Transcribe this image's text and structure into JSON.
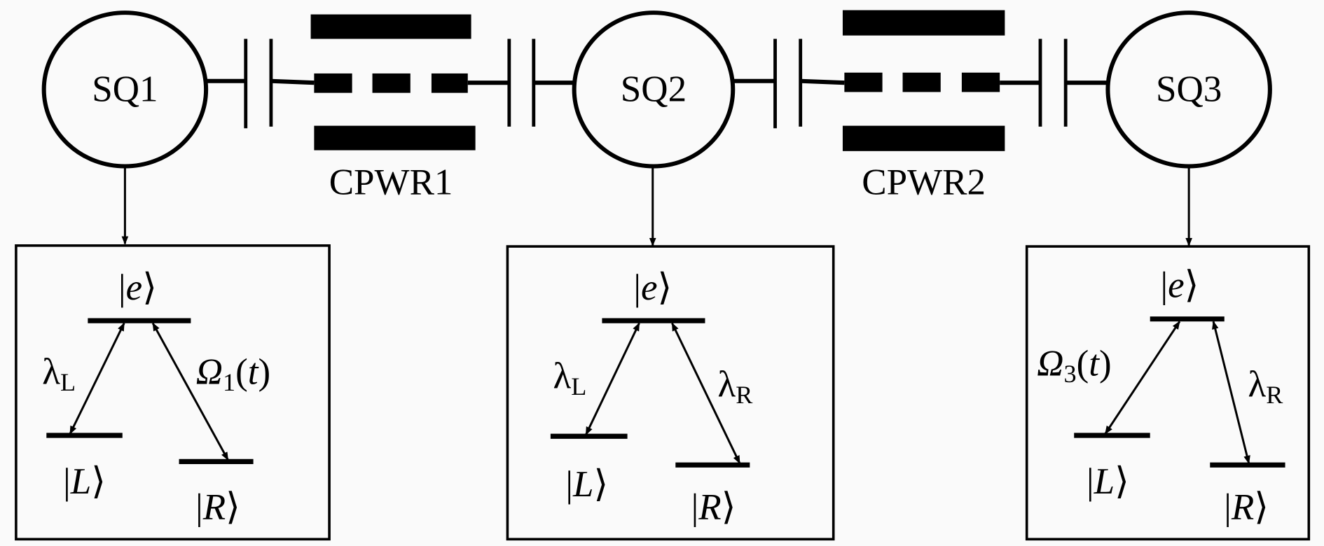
{
  "qubits": [
    {
      "label": "SQ1"
    },
    {
      "label": "SQ2"
    },
    {
      "label": "SQ3"
    }
  ],
  "resonators": [
    {
      "label": "CPWR1"
    },
    {
      "label": "CPWR2"
    }
  ],
  "levels": {
    "e": {
      "pre": "|",
      "sym": "e",
      "post": "⟩"
    },
    "L": {
      "pre": "|",
      "sym": "L",
      "post": "⟩"
    },
    "R": {
      "pre": "|",
      "sym": "R",
      "post": "⟩"
    }
  },
  "couplings": {
    "lambda_L": {
      "sym": "λ",
      "sub": "L"
    },
    "lambda_R": {
      "sym": "λ",
      "sub": "R"
    },
    "omega_1": {
      "sym": "Ω",
      "sub": "1",
      "arg": "(",
      "var": "t",
      "close": ")"
    },
    "omega_3": {
      "sym": "Ω",
      "sub": "3",
      "arg": "(",
      "var": "t",
      "close": ")"
    }
  }
}
